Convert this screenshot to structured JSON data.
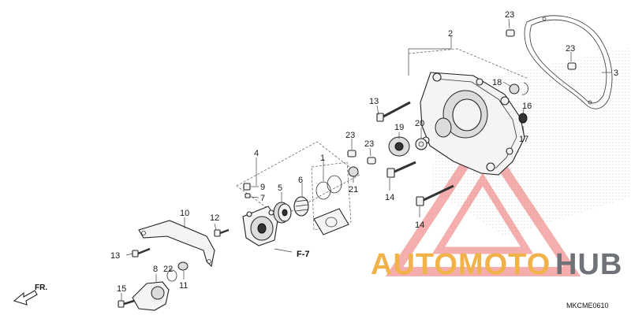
{
  "diagram": {
    "callouts": [
      {
        "key": "c23a",
        "text": "23"
      },
      {
        "key": "c2",
        "text": "2"
      },
      {
        "key": "c23b",
        "text": "23"
      },
      {
        "key": "c3",
        "text": "3"
      },
      {
        "key": "c18",
        "text": "18"
      },
      {
        "key": "c13a",
        "text": "13"
      },
      {
        "key": "c16",
        "text": "16"
      },
      {
        "key": "c20",
        "text": "20"
      },
      {
        "key": "c19",
        "text": "19"
      },
      {
        "key": "c17",
        "text": "17"
      },
      {
        "key": "c23c",
        "text": "23"
      },
      {
        "key": "c23d",
        "text": "23"
      },
      {
        "key": "c4",
        "text": "4"
      },
      {
        "key": "c1",
        "text": "1"
      },
      {
        "key": "c6",
        "text": "6"
      },
      {
        "key": "c5",
        "text": "5"
      },
      {
        "key": "c9",
        "text": "9"
      },
      {
        "key": "c7",
        "text": "7"
      },
      {
        "key": "c21",
        "text": "21"
      },
      {
        "key": "c14a",
        "text": "14"
      },
      {
        "key": "c14b",
        "text": "14"
      },
      {
        "key": "c10",
        "text": "10"
      },
      {
        "key": "c12",
        "text": "12"
      },
      {
        "key": "c13b",
        "text": "13"
      },
      {
        "key": "c8",
        "text": "8"
      },
      {
        "key": "c22",
        "text": "22"
      },
      {
        "key": "c11",
        "text": "11"
      },
      {
        "key": "c15",
        "text": "15"
      }
    ],
    "reference_label": "F-7",
    "direction_label": "FR.",
    "diagram_code": "MKCME0610"
  },
  "watermark": {
    "text_part1": "AUTOMOTO",
    "text_part2": "HUB",
    "color_part1": "#f2b24a",
    "color_part2": "#6f7378",
    "triangle_color": "#e8524f"
  }
}
